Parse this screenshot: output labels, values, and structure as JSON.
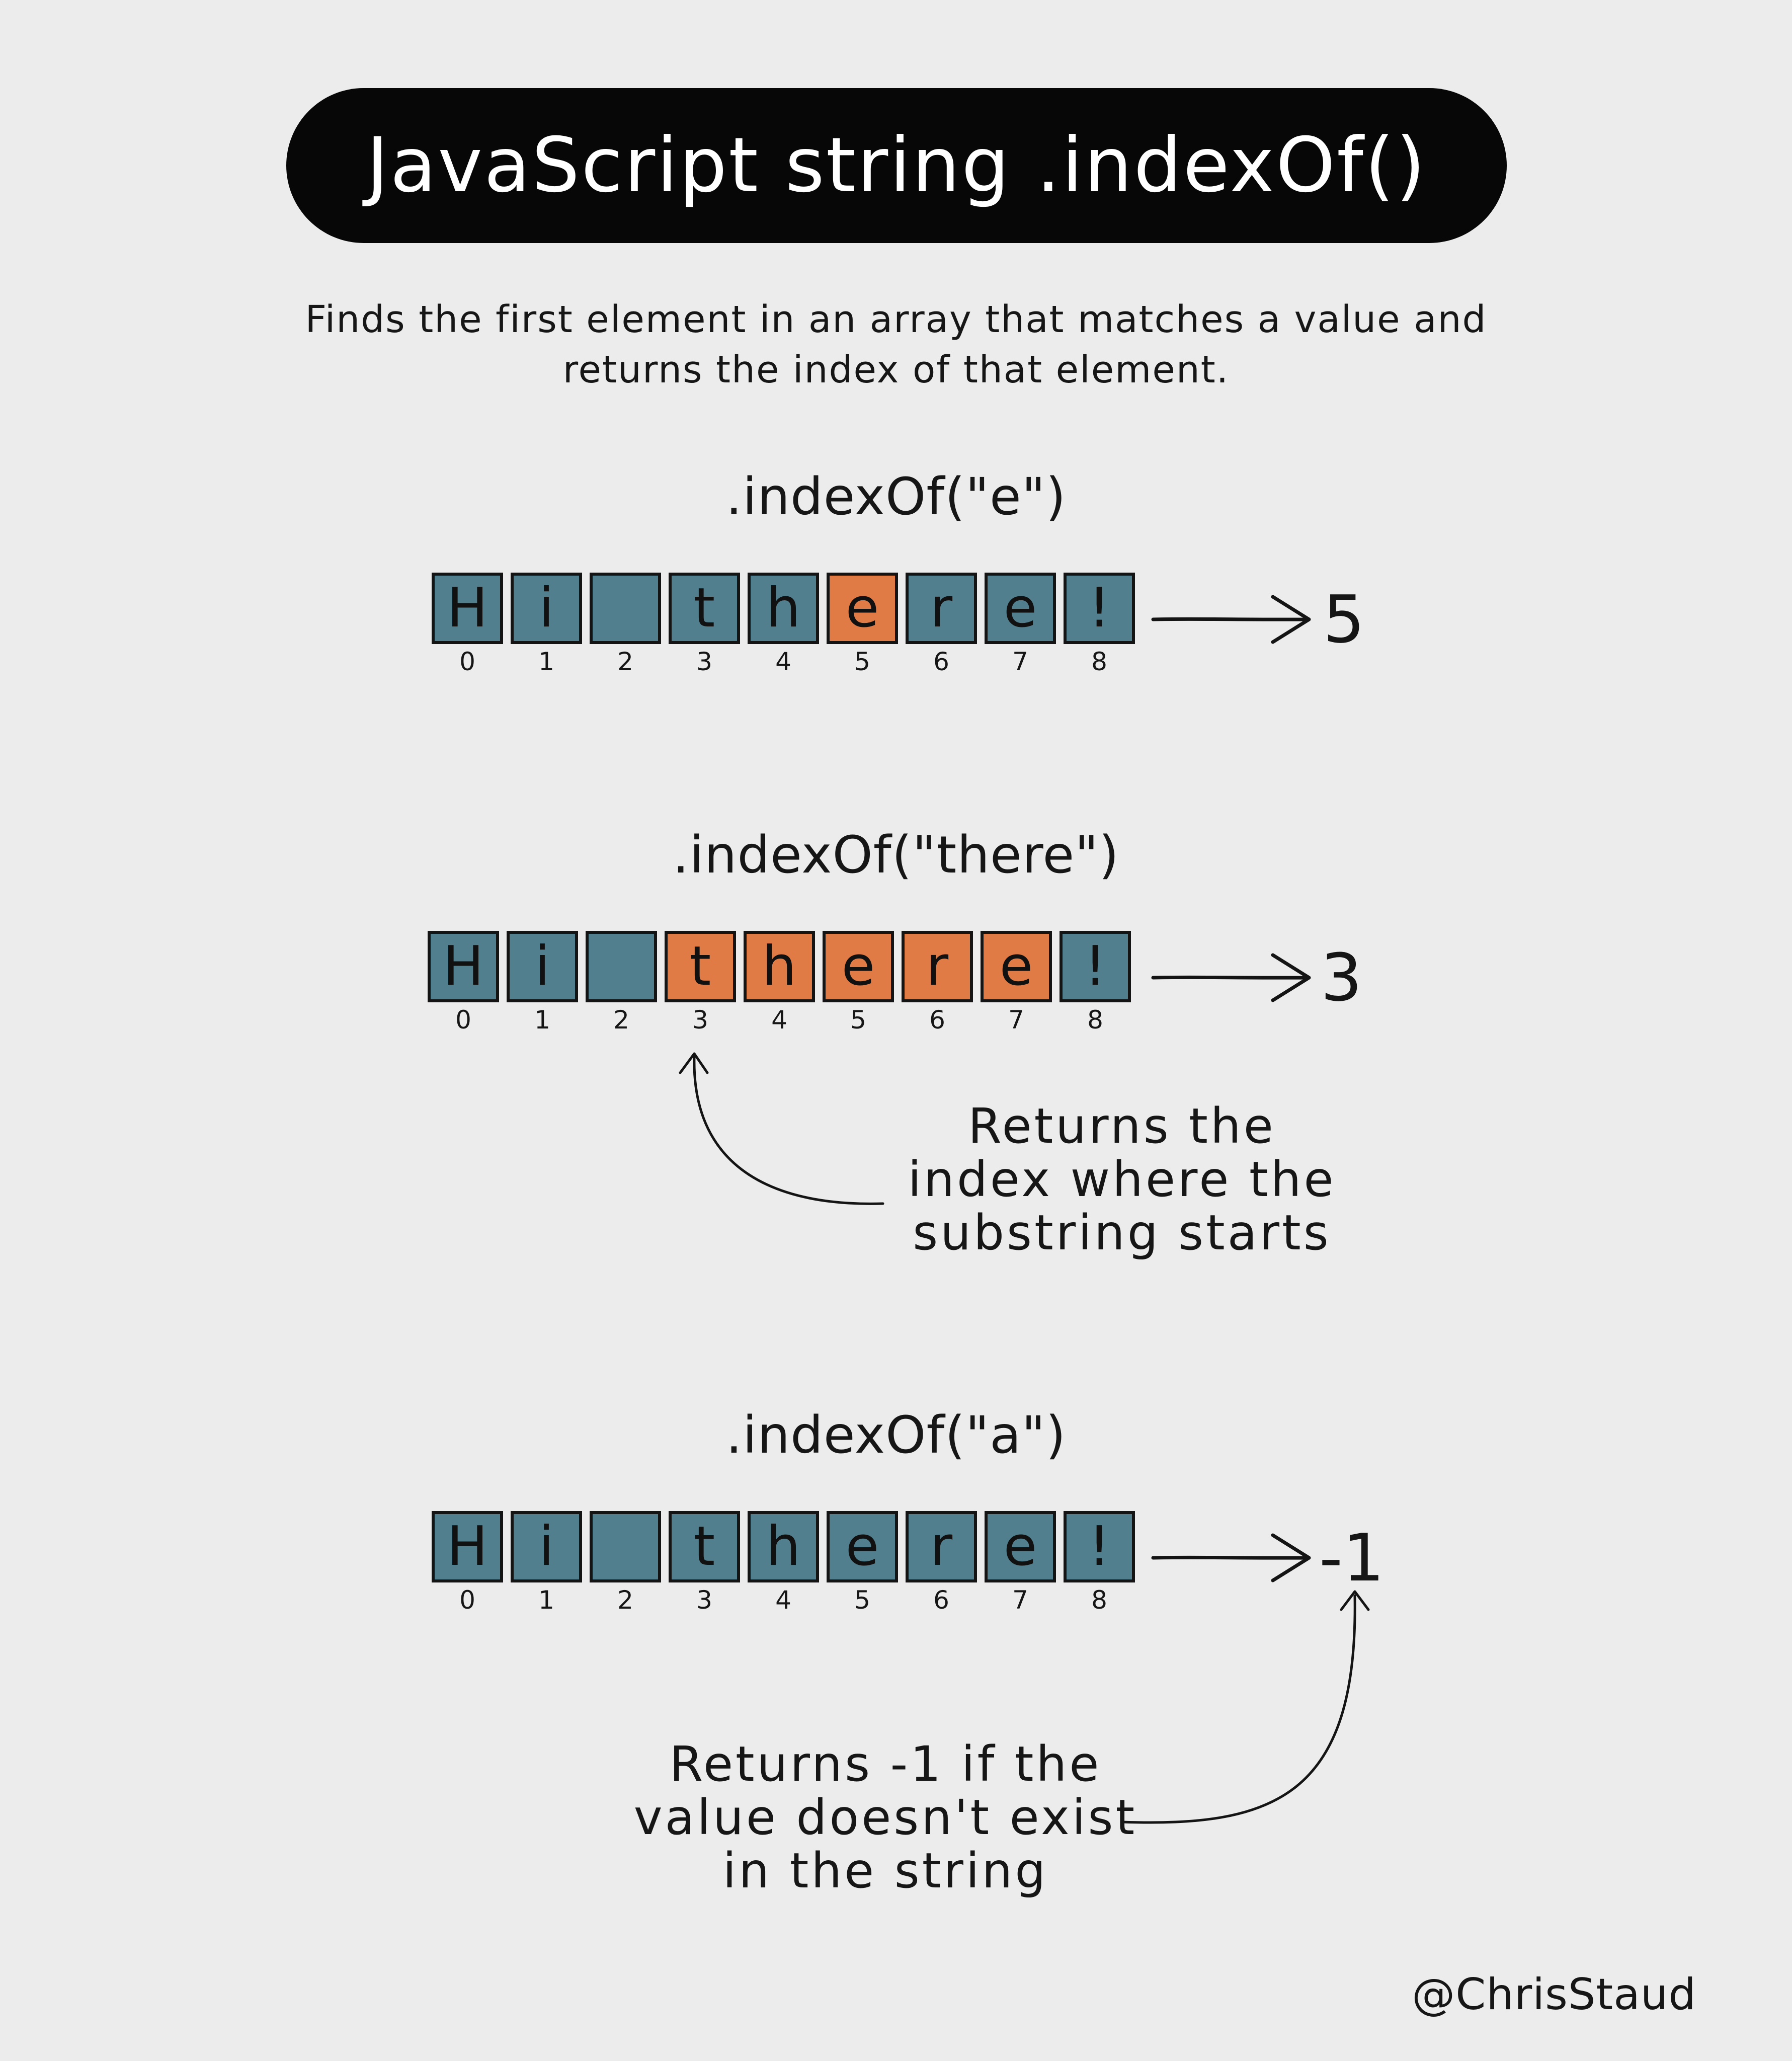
{
  "title": "JavaScript string .indexOf()",
  "description_line1": "Finds the first element in an array that matches a value and",
  "description_line2": "returns the index of that element.",
  "string_chars": [
    "H",
    "i",
    "",
    "t",
    "h",
    "e",
    "r",
    "e",
    "!"
  ],
  "indices": [
    "0",
    "1",
    "2",
    "3",
    "4",
    "5",
    "6",
    "7",
    "8"
  ],
  "colors": {
    "cell": "#517f8e",
    "highlight": "#e07b45",
    "ink": "#141414",
    "background": "#ececec"
  },
  "examples": [
    {
      "call": ".indexOf(\"e\")",
      "highlight": [
        5
      ],
      "result": "5"
    },
    {
      "call": ".indexOf(\"there\")",
      "highlight": [
        3,
        4,
        5,
        6,
        7
      ],
      "result": "3",
      "note_lines": [
        "Returns the",
        "index where the",
        "substring starts"
      ]
    },
    {
      "call": ".indexOf(\"a\")",
      "highlight": [],
      "result": "-1",
      "note_lines": [
        "Returns -1 if the",
        "value doesn't exist",
        "in the string"
      ]
    }
  ],
  "credit": "@ChrisStaud"
}
